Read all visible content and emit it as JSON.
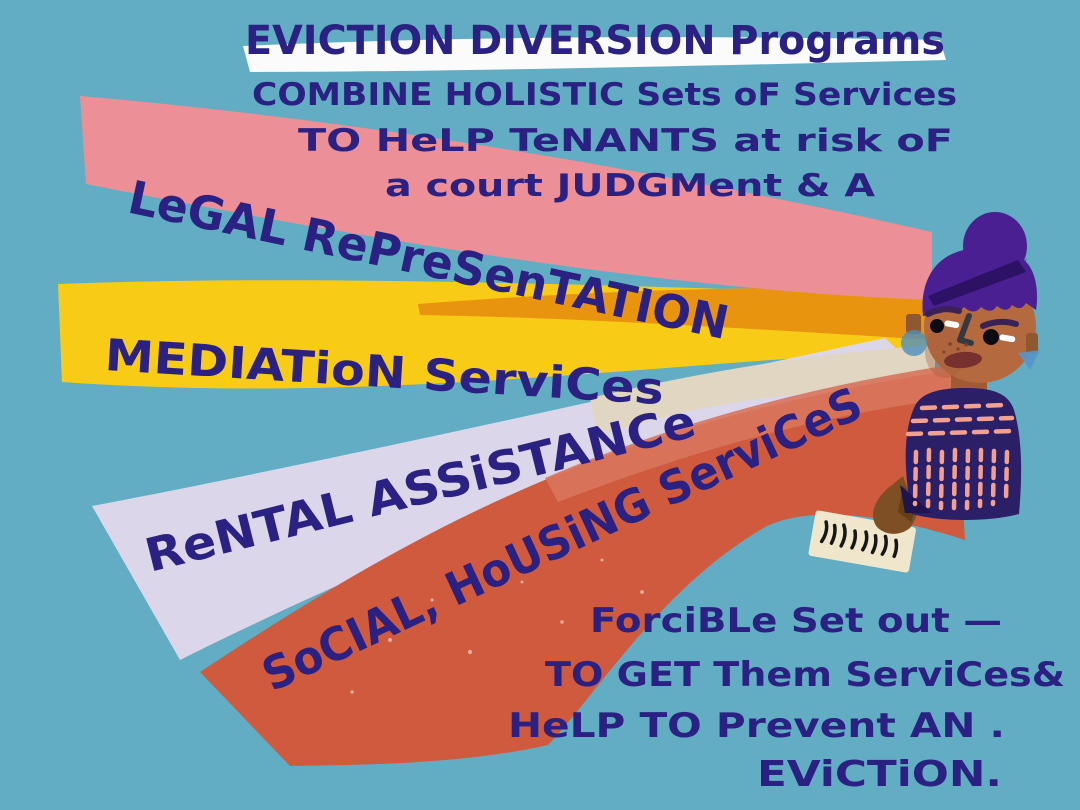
{
  "title": "EVICTION DIVERSION Programs",
  "intro": {
    "line1": "COMBINE HOLISTIC Sets oF Services",
    "line2": "TO HeLP TeNANTS at risk oF",
    "line3": "a court JUDGMent & A"
  },
  "ribbons": [
    {
      "id": "legal",
      "label": "LeGAL RePreSenTATION",
      "color": "#ec8f96"
    },
    {
      "id": "mediation",
      "label": "MEDIATioN ServiCes",
      "color": "#f8cb16"
    },
    {
      "id": "rental",
      "label": "ReNTAL ASSiSTANCe",
      "color": "#dcd6ea"
    },
    {
      "id": "social",
      "label": "SoCIAL, HoUSiNG ServiCeS",
      "color": "#cf5a3d"
    }
  ],
  "outro": {
    "line1": "ForciBLe Set out —",
    "line2": "TO GET Them ServiCes&",
    "line3": "HeLP TO Prevent AN .",
    "line4": "EViCTiON."
  },
  "colors": {
    "background": "#62adc4",
    "ink": "#2b2182",
    "highlight_band": "#fbfbfb",
    "orange_accent": "#e9940f",
    "cream_accent": "#e0d6c1",
    "red_light": "#d8745c",
    "skin": "#b4693f",
    "hair": "#4a1f92",
    "sweater": "#2b2068",
    "sweater_stitch": "#f2a090",
    "paper": "#f0e6cb"
  }
}
